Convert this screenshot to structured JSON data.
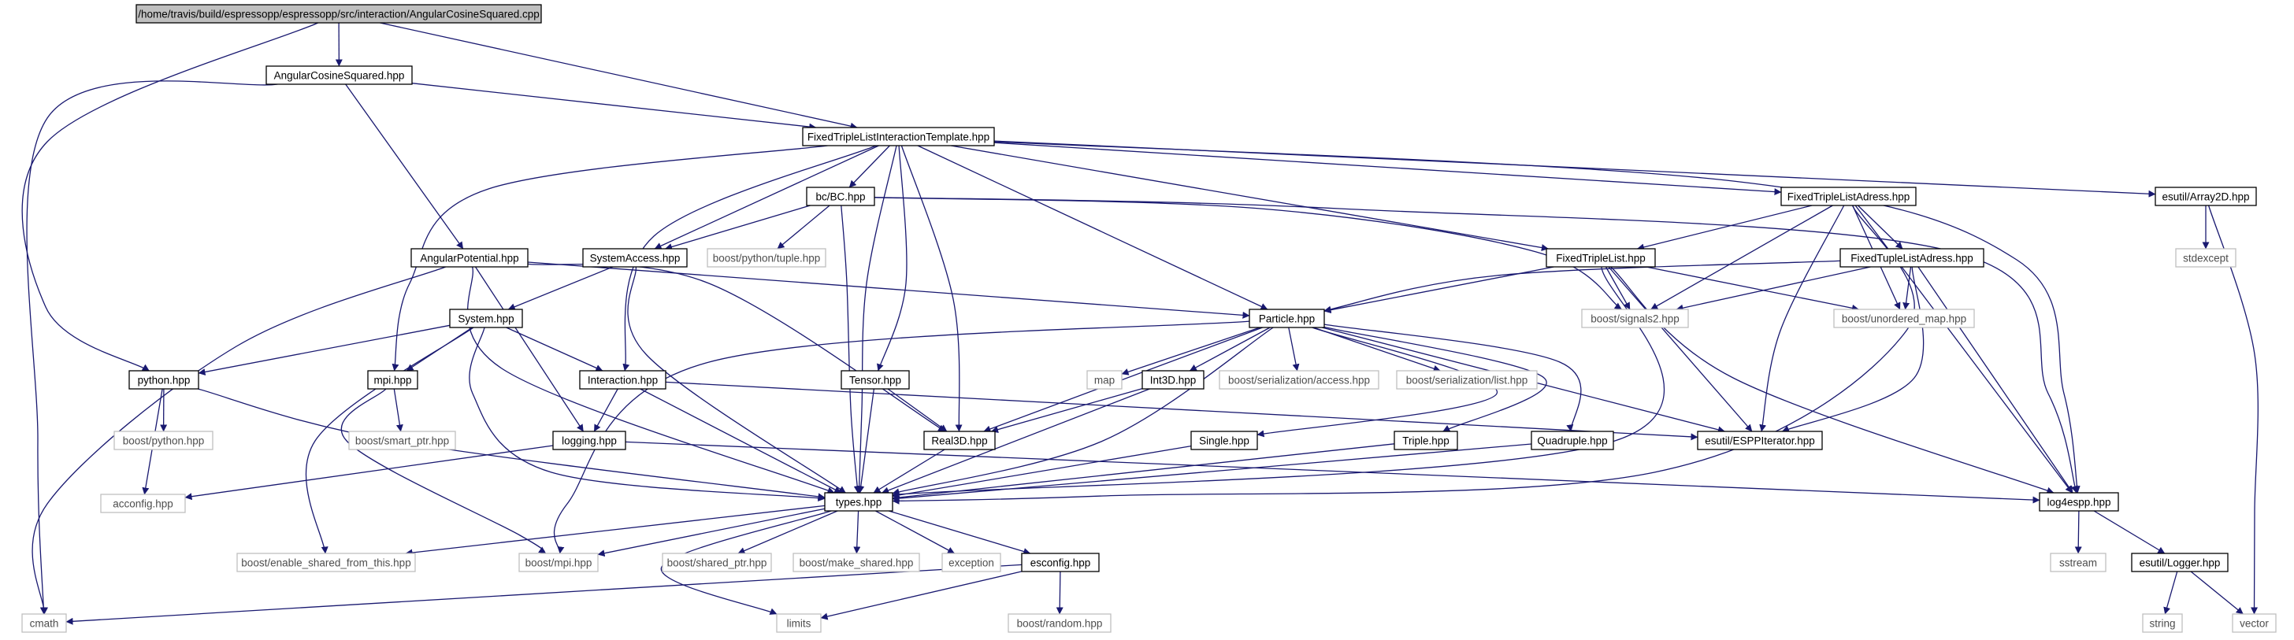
{
  "colors": {
    "edge": "#191970",
    "root_fill": "#bfbfbf",
    "gray_border": "#bfbfbf",
    "gray_text": "#4d4d4d"
  },
  "nodes": {
    "root": "/home/travis/build/espressopp/espressopp/src/interaction/AngularCosineSquared.cpp",
    "angularcosinesquared_hpp": "AngularCosineSquared.hpp",
    "fixedtriplelistinteractiontemplate_hpp": "FixedTripleListInteractionTemplate.hpp",
    "bc_bc_hpp": "bc/BC.hpp",
    "fixedtriplelistadress_hpp": "FixedTripleListAdress.hpp",
    "esutil_array2d_hpp": "esutil/Array2D.hpp",
    "angularpotential_hpp": "AngularPotential.hpp",
    "systemaccess_hpp": "SystemAccess.hpp",
    "boost_python_tuple_hpp": "boost/python/tuple.hpp",
    "fixedtriplelist_hpp": "FixedTripleList.hpp",
    "fixedtuplelistadress_hpp": "FixedTupleListAdress.hpp",
    "stdexcept": "stdexcept",
    "system_hpp": "System.hpp",
    "particle_hpp": "Particle.hpp",
    "boost_signals2_hpp": "boost/signals2.hpp",
    "boost_unordered_map_hpp": "boost/unordered_map.hpp",
    "python_hpp": "python.hpp",
    "mpi_hpp": "mpi.hpp",
    "interaction_hpp": "Interaction.hpp",
    "tensor_hpp": "Tensor.hpp",
    "map": "map",
    "int3d_hpp": "Int3D.hpp",
    "boost_serialization_access_hpp": "boost/serialization/access.hpp",
    "boost_serialization_list_hpp": "boost/serialization/list.hpp",
    "boost_python_hpp": "boost/python.hpp",
    "boost_smart_ptr_hpp": "boost/smart_ptr.hpp",
    "logging_hpp": "logging.hpp",
    "real3d_hpp": "Real3D.hpp",
    "single_hpp": "Single.hpp",
    "triple_hpp": "Triple.hpp",
    "quadruple_hpp": "Quadruple.hpp",
    "esutil_esppiterator_hpp": "esutil/ESPPIterator.hpp",
    "acconfig_hpp": "acconfig.hpp",
    "types_hpp": "types.hpp",
    "log4espp_hpp": "log4espp.hpp",
    "boost_enable_shared_from_this_hpp": "boost/enable_shared_from_this.hpp",
    "boost_mpi_hpp": "boost/mpi.hpp",
    "boost_shared_ptr_hpp": "boost/shared_ptr.hpp",
    "boost_make_shared_hpp": "boost/make_shared.hpp",
    "exception": "exception",
    "esconfig_hpp": "esconfig.hpp",
    "sstream": "sstream",
    "esutil_logger_hpp": "esutil/Logger.hpp",
    "cmath": "cmath",
    "limits": "limits",
    "boost_random_hpp": "boost/random.hpp",
    "string": "string",
    "vector": "vector"
  }
}
